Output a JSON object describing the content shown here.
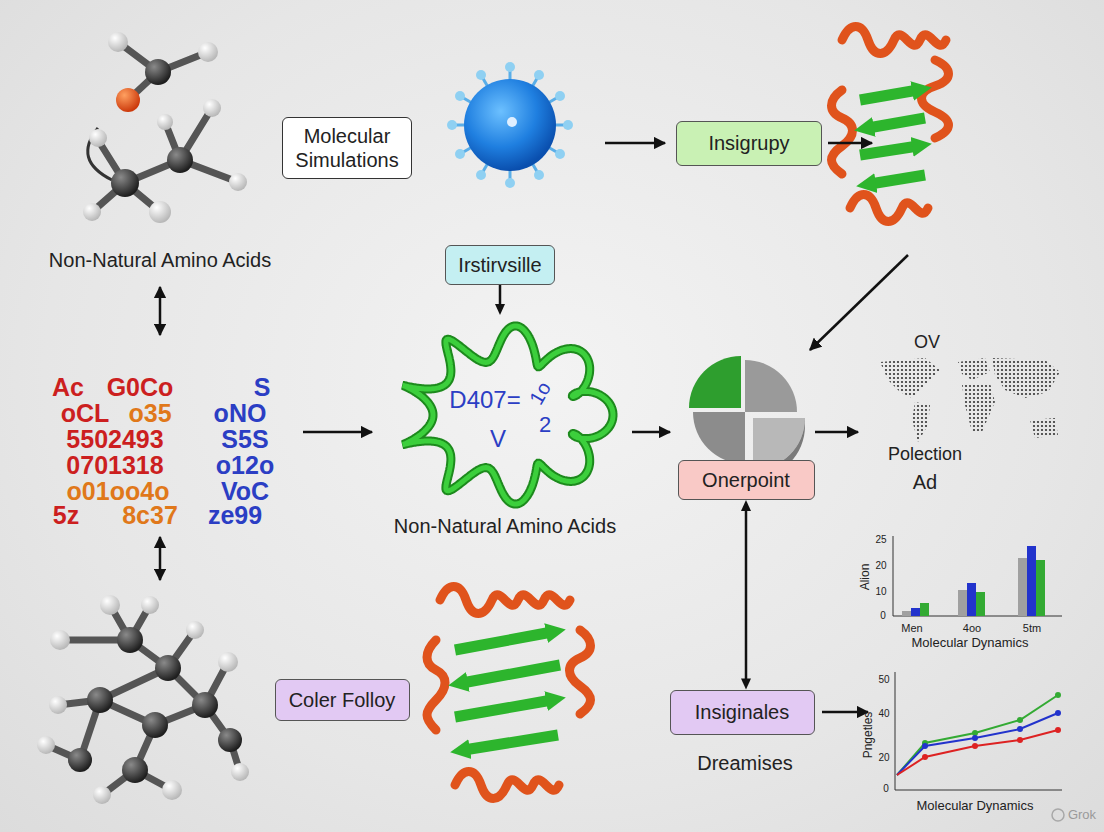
{
  "diagram": {
    "nodes": [
      {
        "text": [
          "Molecular Simulations"
        ]
      },
      {
        "text": [
          "Insigrupy"
        ]
      },
      {
        "text": [
          "Irstirvsille"
        ]
      },
      {
        "text": [
          "D407=",
          "1o",
          "2",
          "V"
        ]
      },
      {
        "text": [
          "Onerpoint"
        ]
      },
      {
        "text": [
          "Coler Folloy"
        ]
      },
      {
        "text": [
          "Insiginales"
        ]
      }
    ],
    "edges": [
      {
        "from": 2,
        "to": 3,
        "arrow": "to"
      },
      {
        "from": 4,
        "to": 6,
        "arrow": "both"
      }
    ],
    "labels": [
      "Non-Natural Amino Acids",
      "Ac",
      "G0Co",
      "S",
      "oCL",
      "o35",
      "oNO",
      "5502493",
      "S5S",
      "0701318",
      "o12o",
      "o01oo4o",
      "VoC",
      "5z",
      "8c37",
      "ze99",
      "Non-Natural Amino Acids",
      "OV",
      "Polection",
      "Ad",
      "25",
      "20",
      "10",
      "0",
      "Alion",
      "Men",
      "4oo",
      "5tm",
      "Molecular Dynamics",
      "Dreamises",
      "50",
      "40",
      "20",
      "0",
      "Pngetles",
      "Molecular Dynamics",
      "Grok"
    ]
  }
}
